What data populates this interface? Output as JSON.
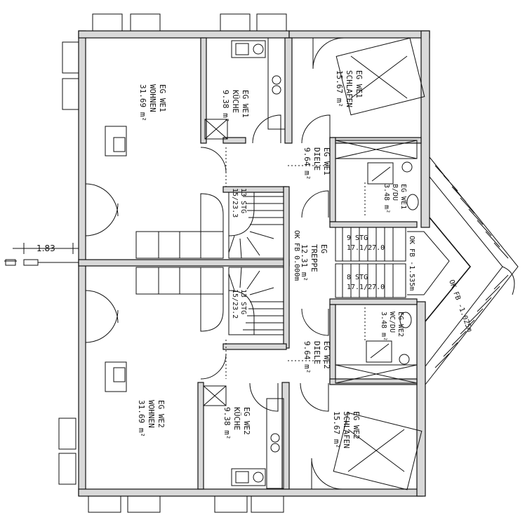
{
  "rooms": {
    "wohnen1": {
      "l1": "EG WE1",
      "l2": "WOHNEN",
      "l3": "31.69 m²"
    },
    "kueche1": {
      "l1": "EG WE1",
      "l2": "KÜCHE",
      "l3": "9.38 m²"
    },
    "schlafen1": {
      "l1": "EG WE1",
      "l2": "SCHLAFEN",
      "l3": "15.67 m²"
    },
    "diele1": {
      "l1": "EG WE1",
      "l2": "DIELE",
      "l3": "9.64 m²"
    },
    "bad1": {
      "l1": "EG WE1",
      "l2": "B/DU",
      "l3": "3.48 m²"
    },
    "wohnen2": {
      "l1": "EG WE2",
      "l2": "WOHNEN",
      "l3": "31.69 m²"
    },
    "kueche2": {
      "l1": "EG WE2",
      "l2": "KÜCHE",
      "l3": "9.38 m²"
    },
    "schlafen2": {
      "l1": "EG WE2",
      "l2": "SCHLAFEN",
      "l3": "15.67 m²"
    },
    "diele2": {
      "l1": "EG WE2",
      "l2": "DIELE",
      "l3": "9.64 m²"
    },
    "bad2": {
      "l1": "EG WE2",
      "l2": "WC/DU",
      "l3": "3.48 m²"
    },
    "treppe": {
      "l1": "EG",
      "l2": "TREPPE",
      "l3": "12.31 m²"
    }
  },
  "stairs": {
    "stair1": {
      "l1": "13 STG",
      "l2": "15/23.3"
    },
    "stair2": {
      "l1": "13 STG",
      "l2": "15/23.2"
    },
    "stair3": {
      "l1": "9 STG",
      "l2": "17.1/27.0"
    },
    "stair4": {
      "l1": "8 STG",
      "l2": "17.1/27.0"
    }
  },
  "levels": {
    "ok1": "OK FB 0.000m",
    "ok2": "OK FB -1.535m",
    "ok3": "OK FB -1.025m"
  },
  "dimension": "1.83"
}
